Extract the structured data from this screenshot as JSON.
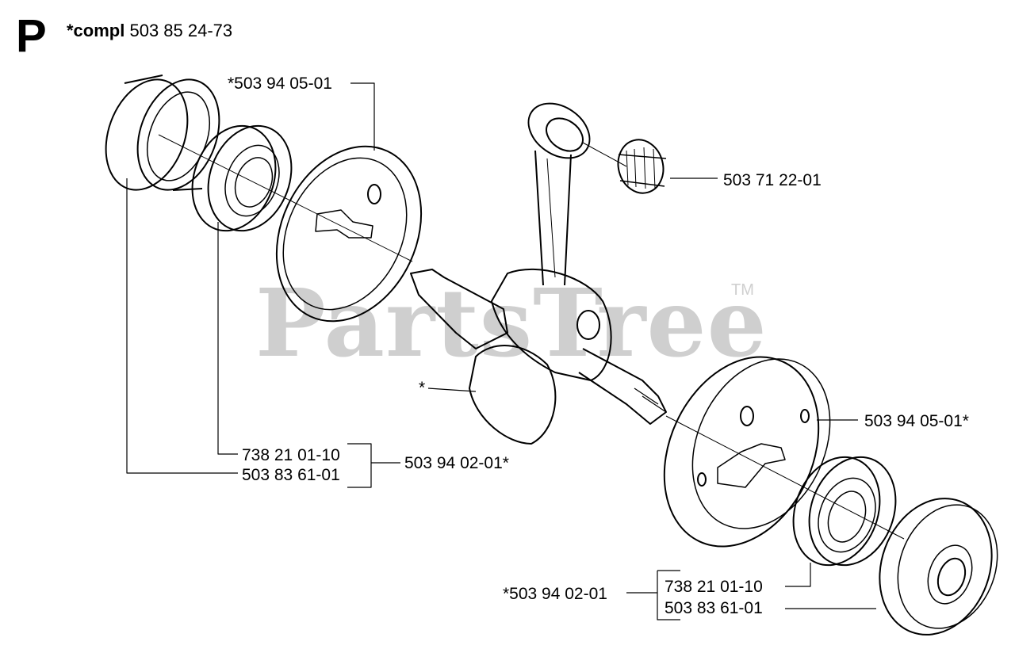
{
  "section": {
    "letter": "P"
  },
  "assembly": {
    "prefix": "*compl",
    "number": "503 85 24-73"
  },
  "watermark": {
    "text": "PartsTree",
    "tm": "TM",
    "color": "#cfcfcf"
  },
  "callouts": {
    "housing_upper": "*503 94 05-01",
    "needle_bearing": "503 71 22-01",
    "crankshaft_star": "*",
    "housing_lower": "503 94 05-01*",
    "bearing_left": "738 21 01-10",
    "seal_left": "503 83 61-01",
    "crank_left": "503 94 02-01*",
    "crank_right": "*503 94 02-01",
    "bearing_right": "738 21 01-10",
    "seal_right": "503 83 61-01"
  },
  "parts": [
    {
      "name": "seal-ring-left-icon"
    },
    {
      "name": "ball-bearing-left-icon"
    },
    {
      "name": "crankcase-half-upper-icon"
    },
    {
      "name": "connecting-rod-icon"
    },
    {
      "name": "needle-bearing-icon"
    },
    {
      "name": "crankshaft-icon"
    },
    {
      "name": "crankcase-half-lower-icon"
    },
    {
      "name": "ball-bearing-right-icon"
    },
    {
      "name": "seal-ring-right-icon"
    }
  ]
}
